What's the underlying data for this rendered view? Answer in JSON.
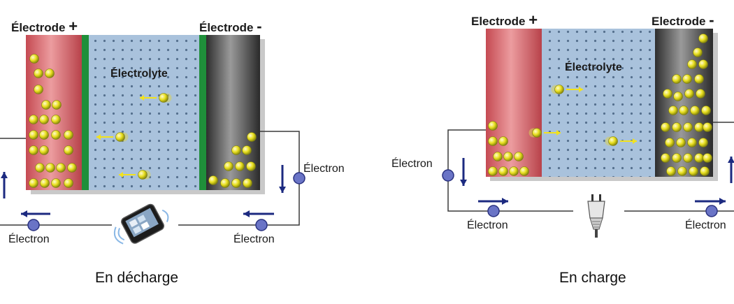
{
  "colors": {
    "positive_electrode": "#c8555a",
    "negative_electrode": "#3a3a3a",
    "electrolyte": "#a9c2dc",
    "separator": "#1f8f3a",
    "ion": "#e5dd22",
    "electron": "#6a74c6",
    "arrow": "#1c2a80",
    "ion_arrow": "#f2e21c",
    "wire": "#3a3a3a"
  },
  "panels": [
    {
      "id": "discharge",
      "caption": "En décharge",
      "electrode_positive_label": "Électrode",
      "electrode_positive_sign": "+",
      "electrode_negative_label": "Électrode",
      "electrode_negative_sign": "-",
      "electrolyte_label": "Électrolyte",
      "electron_labels": [
        "Électron",
        "Électron",
        "Électron"
      ],
      "load_icon": "smartphone-device-icon"
    },
    {
      "id": "charge",
      "caption": "En charge",
      "electrode_positive_label": "Electrode",
      "electrode_positive_sign": "+",
      "electrode_negative_label": "Electrode",
      "electrode_negative_sign": "-",
      "electrolyte_label": "Électrolyte",
      "electron_labels": [
        "Électron",
        "Électron",
        "Électron"
      ],
      "source_icon": "power-plug-icon"
    }
  ]
}
